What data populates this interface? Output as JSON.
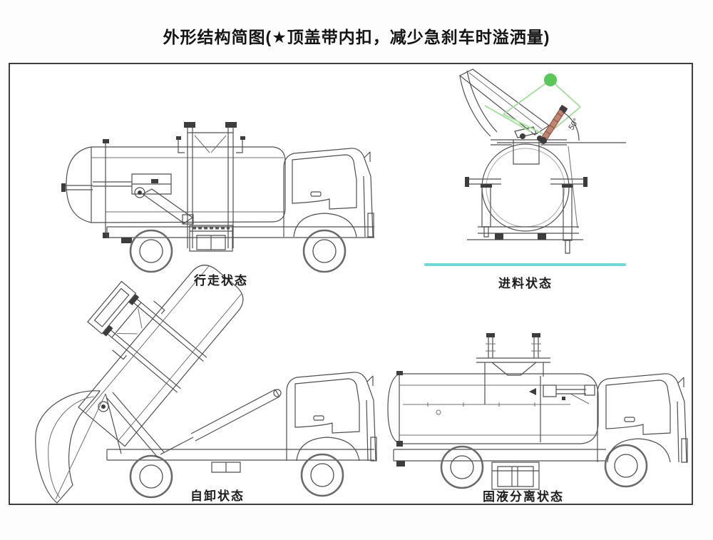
{
  "title": "外形结构简图(★顶盖带内扣，减少急刹车时溢洒量)",
  "captions": {
    "driving": "行走状态",
    "feeding": "进料状态",
    "dumping": "自卸状态",
    "separation": "固液分离状态"
  },
  "annotations": {
    "lid_angle": "50°"
  },
  "colors": {
    "line": "#4f4f4f",
    "frame_border": "#3f3f3f",
    "cyan_underline": "#70d8d7",
    "green_marker": "#58c958",
    "green_guide": "#a9dfa2",
    "red_rod_fill": "#c08572",
    "red_rod_edge": "#8a4a3c"
  }
}
